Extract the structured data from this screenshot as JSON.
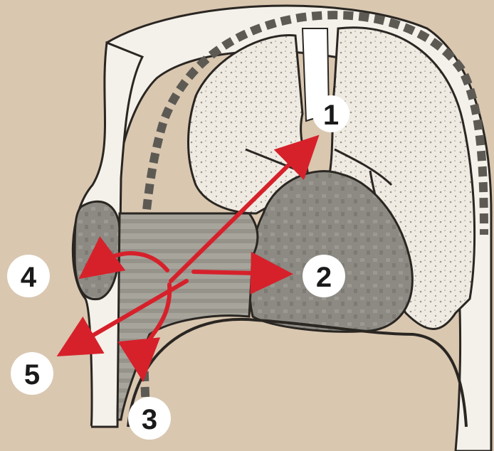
{
  "colors": {
    "background": "#d9c7b0",
    "lung_fill": "#efebe2",
    "lung_dots": "#9c9890",
    "outline": "#2a2622",
    "mass_fill": "#8c8a83",
    "muscle_fill": "#a7a49c",
    "arrow": "#d6212b",
    "label_circle": "#ffffff"
  },
  "arrows": [
    {
      "id": "1",
      "label": "1",
      "direction": "up-right"
    },
    {
      "id": "2",
      "label": "2",
      "direction": "right"
    },
    {
      "id": "3",
      "label": "3",
      "direction": "down"
    },
    {
      "id": "4",
      "label": "4",
      "direction": "left"
    },
    {
      "id": "5",
      "label": "5",
      "direction": "down-left"
    }
  ]
}
